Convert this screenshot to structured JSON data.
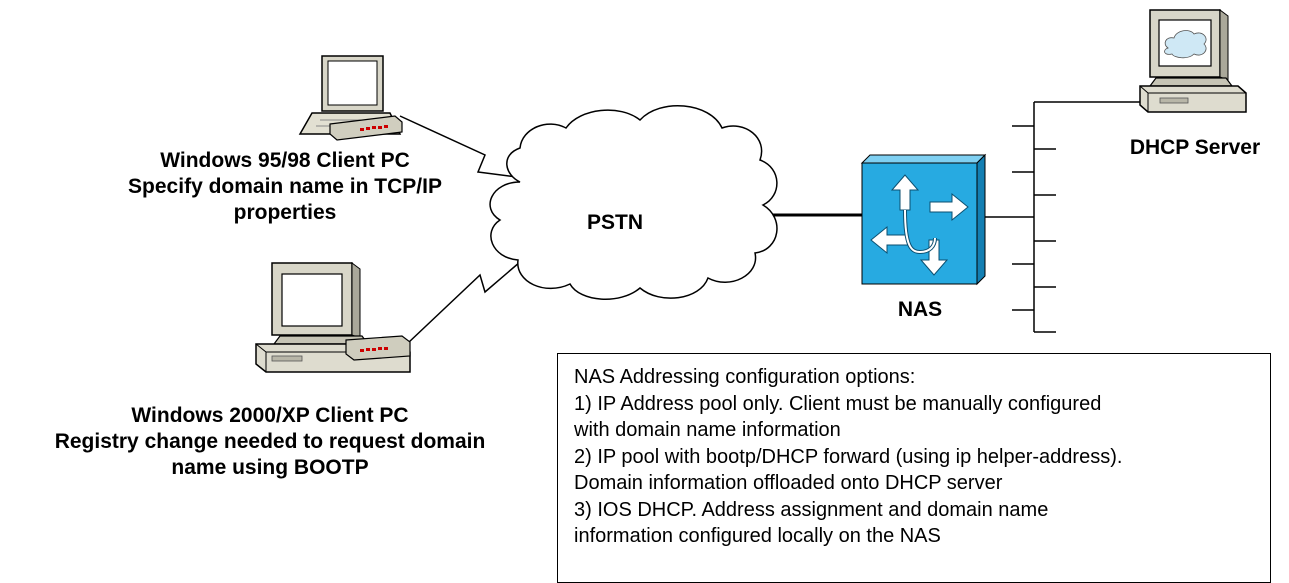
{
  "clients": [
    {
      "lines": [
        "Windows 95/98 Client PC",
        "Specify domain name in TCP/IP",
        "properties"
      ]
    },
    {
      "lines": [
        "Windows 2000/XP Client PC",
        "Registry change needed to request domain",
        "name  using BOOTP"
      ]
    }
  ],
  "cloud": {
    "label": "PSTN"
  },
  "nas": {
    "label": "NAS"
  },
  "server": {
    "label": "DHCP Server"
  },
  "options": {
    "lines": [
      "NAS Addressing configuration options:",
      "1) IP Address pool only. Client must be manually configured",
      "with domain name information",
      "2) IP pool with bootp/DHCP forward (using ip helper-address).",
      "Domain information offloaded onto DHCP server",
      "3) IOS DHCP. Address assignment and domain name",
      "information configured locally on the NAS"
    ]
  },
  "colors": {
    "router_blue": "#1f9fdc",
    "router_face": "#27aae1",
    "router_side": "#137fb3",
    "monitor_screen": "#cfe8f5",
    "pc_body": "#d8d6c8",
    "led_red": "#cc0000"
  }
}
